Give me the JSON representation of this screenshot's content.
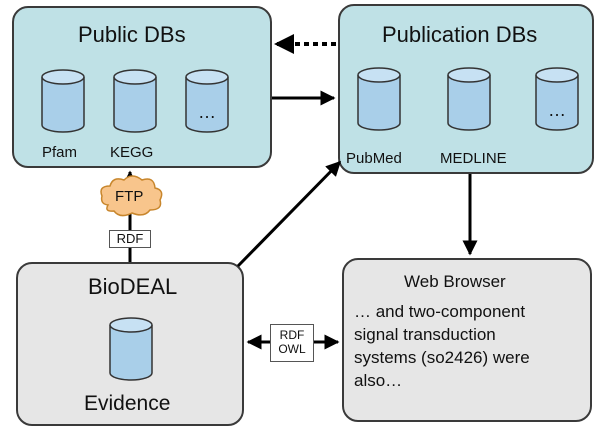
{
  "public_dbs": {
    "title": "Public DBs",
    "items": [
      {
        "label": "Pfam"
      },
      {
        "label": "KEGG"
      },
      {
        "label": "…"
      }
    ]
  },
  "publication_dbs": {
    "title": "Publication DBs",
    "items": [
      {
        "label": "PubMed"
      },
      {
        "label": "MEDLINE"
      }
    ]
  },
  "biodeal": {
    "title": "BioDEAL",
    "db_label": "Evidence"
  },
  "web_browser": {
    "title": "Web Browser",
    "lines": [
      "… and two-component",
      "signal transduction",
      "systems (so2426) were",
      "also…"
    ]
  },
  "connectors": {
    "ftp": "FTP",
    "rdf": "RDF",
    "rdf_owl": [
      "RDF",
      "OWL"
    ]
  },
  "colors": {
    "panel_teal": "#bfe1e6",
    "panel_gray": "#e6e6e6",
    "db_fill": "#a9cfe9",
    "ftp_cloud": "#f8c58c"
  }
}
